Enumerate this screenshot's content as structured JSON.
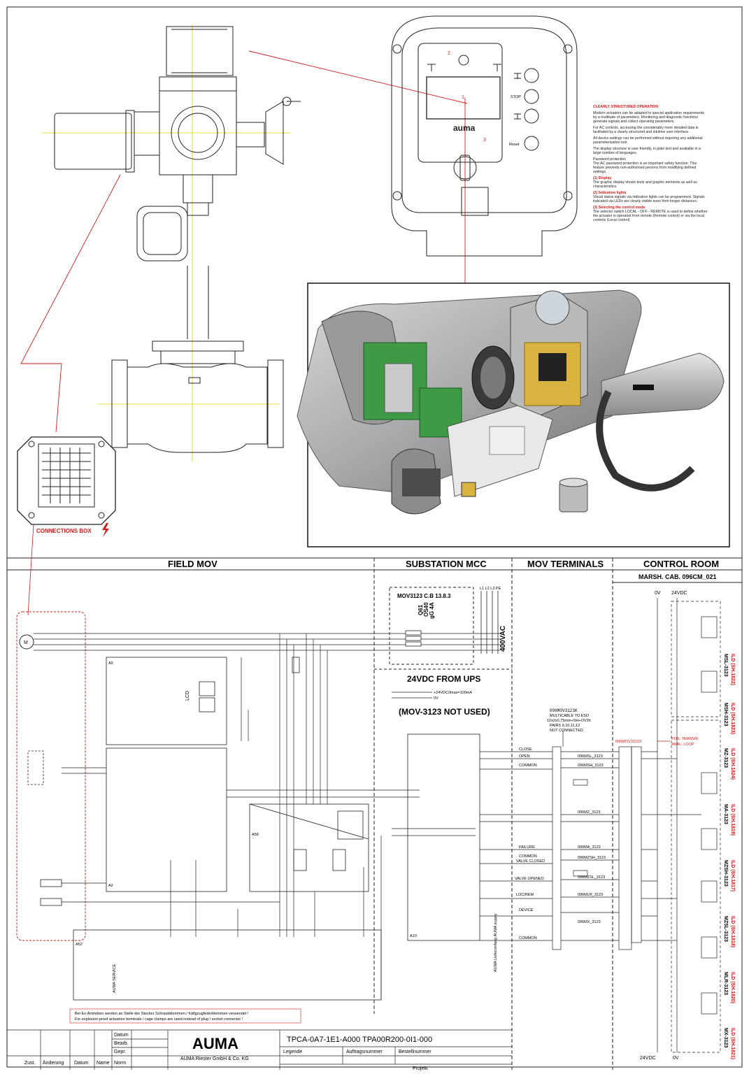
{
  "sections": {
    "field_mov": "FIELD MOV",
    "substation_mcc": "SUBSTATION MCC",
    "mov_terminals": "MOV TERMINALS",
    "control_room": "CONTROL ROOM",
    "marsh_cab": "MARSH. CAB. 096CM_021"
  },
  "connections_box": "CONNECTIONS BOX",
  "control_panel": {
    "brand": "auma",
    "stop": "STOP",
    "reset": "Reset",
    "markers": [
      "1",
      "2",
      "3"
    ]
  },
  "operation_text": {
    "title": "CLEARLY STRUCTURED OPERATION",
    "p1": "Modern actuators can be adapted to special application requirements by a multitude of parameters. Monitoring and diagnostic functions generate signals and collect operating parameters.",
    "p2": "For AC controls, accessing the considerably more detailed data is facilitated by a clearly structured and intuitive user interface.",
    "p3": "All device settings can be performed without requiring any additional parameterisation tool.",
    "p4": "The display structure is user-friendly, in plain text and available in a large number of languages.",
    "p5_title": "Password protection",
    "p5": "The AC password protection is an important safety function. This feature prevents non-authorised persons from modifying defined settings.",
    "h1": "(1) Display",
    "t1": "The graphic display shows texts and graphic elements as well as characteristics.",
    "h2": "(2) Indication lights",
    "t2": "Visual status signals via indication lights can be programmed. Signals indicated via LEDs are clearly visible even from longer distances.",
    "h3": "(3) Selecting the control mode",
    "t3": "The selector switch LOCAL - OFF - REMOTE is used to define whether the actuator is operated from remote (Remote control) or via the local controls (Local control)."
  },
  "mcc": {
    "breaker": "MOV3123 C.B 13.8.3",
    "fuse1": "Q61",
    "fuse2": "OS40",
    "fuse3": "gG 4A",
    "voltage": "400VAC",
    "phases": "L1 L2 L3 PE",
    "ups": "24VDC FROM UPS",
    "ups_line1": "+24VDC/Imax=100mA",
    "ups_line2": "0V",
    "not_used": "(MOV-3123 NOT USED)"
  },
  "cable": {
    "line1": "096MOV3123K",
    "line2": "MULTICABLE TO ESD",
    "line3": "12x2x0,75mm+SH+OV3h",
    "line4": "PAIRS 9,10,11,12",
    "line5": "NOT CONNECTED",
    "tag": "096MOV3123X",
    "pos1": "POS. TRANSM.",
    "pos2": "ANAL. LOOP"
  },
  "signals": [
    {
      "label": "CLOSE",
      "cable": "096MSL_3123"
    },
    {
      "label": "OPEN",
      "cable": "096MSH_3123"
    },
    {
      "label": "COMMON",
      "cable": ""
    },
    {
      "label": "",
      "cable": "096MZ_3123"
    },
    {
      "label": "FAILURE",
      "cable": "096MA_3123"
    },
    {
      "label": "COMMON",
      "cable": "096MZSH_3123"
    },
    {
      "label": "VALVE CLOSED",
      "cable": "096MZSL_3123"
    },
    {
      "label": "VALVE OPENED",
      "cable": "096MLR_3123"
    },
    {
      "label": "LOC/REM",
      "cable": "096MX_3123"
    },
    {
      "label": "DEVICE",
      "cable": ""
    },
    {
      "label": "COMMON",
      "cable": ""
    }
  ],
  "rail": {
    "top_left": "0V",
    "top_right": "24VDC",
    "bottom_left": "24VDC",
    "bottom_right": "0V"
  },
  "ild": [
    {
      "code": "ILD (SH.1822)",
      "tag": "MSL-3123"
    },
    {
      "code": "ILD (SH.1823)",
      "tag": "MSH-3123"
    },
    {
      "code": "ILD (SH.1824)",
      "tag": "MZ-3123"
    },
    {
      "code": "ILD (SH.1819)",
      "tag": "MA-3123"
    },
    {
      "code": "ILD (SH.1817)",
      "tag": "MZSH-3123"
    },
    {
      "code": "ILD (SH.1818)",
      "tag": "MZSL-3123"
    },
    {
      "code": "ILD (SH.1820)",
      "tag": "MLR-3123"
    },
    {
      "code": "ILD (SH.1821)",
      "tag": "MX-3123"
    }
  ],
  "field_labels": {
    "lcd": "LCD",
    "a9": "A9",
    "a2": "A2",
    "a58": "A58",
    "a52": "A52",
    "a10": "A10",
    "supply": "AUMA Lieferumfang AUMA supply",
    "service": "AUMA SERVICE"
  },
  "warning": {
    "line1": "Bei Ex-Antrieben werden an Stelle der Stecker Schraubklemmen / Käfigzugfederklemmen verwendet !",
    "line2": "For explosion-proof actuators terminals / cage clamps are used instead of plug / socket connector !"
  },
  "title_block": {
    "datum": "Datum",
    "bearb": "Bearb.",
    "gepr": "Gepr.",
    "name": "Name",
    "norm": "Norm",
    "zust": "Zust.",
    "aenderung": "Änderung",
    "datum2": "Datum",
    "company": "AUMA",
    "company_sub": "AUMA Riester GmbH & Co. KG",
    "drawing_no": "TPCA-0A7-1E1-A000  TPA00R200-0I1-000",
    "legende": "Legende",
    "auftrag": "Auftragsnummer",
    "bestell": "Bestellnummer",
    "projekt": "Projekt"
  }
}
